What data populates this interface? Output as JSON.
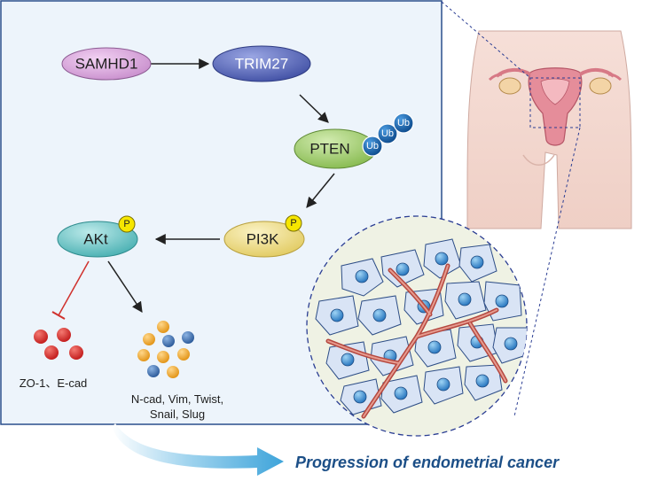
{
  "pathway": {
    "samhd1": "SAMHD1",
    "trim27": "TRIM27",
    "pten": "PTEN",
    "pi3k": "PI3K",
    "akt": "AKt",
    "ub": "Ub",
    "p": "P"
  },
  "outcomes": {
    "epithelial": "ZO-1、E-cad",
    "mesenchymal_line1": "N-cad, Vim, Twist,",
    "mesenchymal_line2": "Snail, Slug"
  },
  "result": {
    "label": "Progression of endometrial cancer"
  },
  "colors": {
    "panel_bg": "#edf4fb",
    "panel_border": "#2a4f8c",
    "samhd1": "#d9a8dc",
    "trim27": "#5b6bbd",
    "pten": "#a7cf73",
    "pi3k": "#f1df86",
    "akt": "#6fc6c8",
    "ub": "#1c62a8",
    "p": "#f6e600",
    "inhibit": "#d0312d",
    "arrow": "#222222",
    "flow_arrow": "#4fb0df",
    "progress_text": "#1c4f87"
  }
}
